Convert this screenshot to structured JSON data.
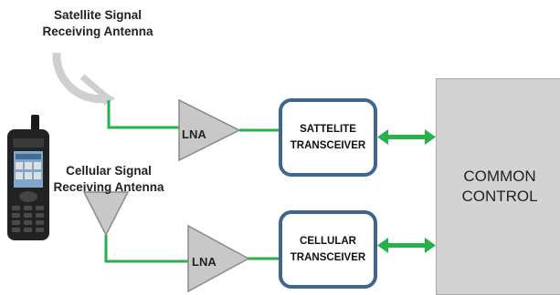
{
  "satellite_antenna_label": [
    "Satellite Signal",
    "Receiving Antenna"
  ],
  "cellular_antenna_label": [
    "Cellular Signal",
    "Receiving Antenna"
  ],
  "lna_top_label": "LNA",
  "lna_bottom_label": "LNA",
  "satellite_transceiver_label": [
    "SATTELITE",
    "TRANSCEIVER"
  ],
  "cellular_transceiver_label": [
    "CELLULAR",
    "TRANSCEIVER"
  ],
  "common_control_label": [
    "COMMON",
    "CONTROL"
  ],
  "colors": {
    "wire": "#27b14a",
    "box_border": "#3d6690",
    "amplifier_fill": "#c8c8c8",
    "common_fill": "#d3d3d3"
  }
}
